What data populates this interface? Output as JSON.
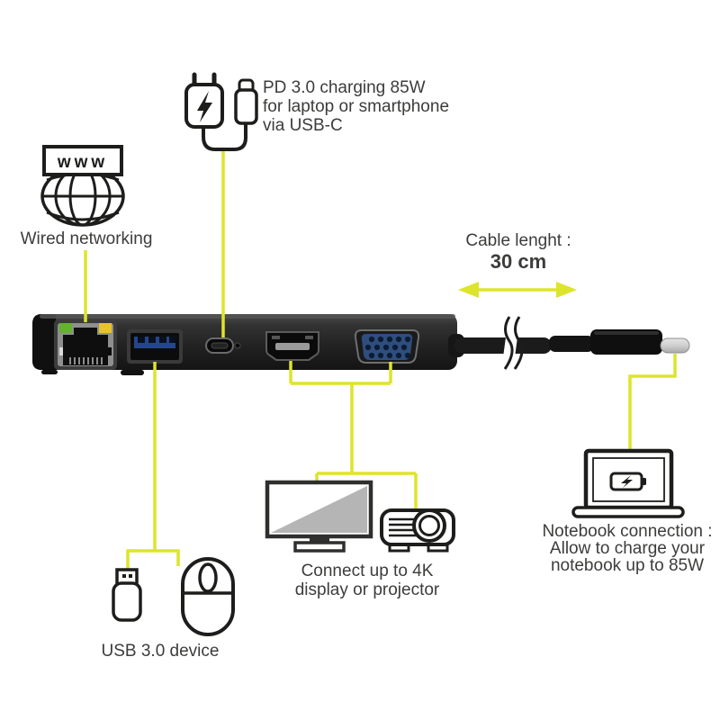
{
  "colors": {
    "background": "#ffffff",
    "accent_yellow": "#dde42c",
    "text": "#3c3c3b",
    "icon_stroke": "#1d1d1b",
    "device_body": "#232323",
    "vga_blue": "#2e4e7e",
    "usb_a_blue": "#24468c",
    "ethernet_led_green": "#63b32e",
    "ethernet_led_yellow": "#e8c42a",
    "plug_metal": "#d3d3d3"
  },
  "annotations": {
    "pd_charging": {
      "lines": [
        "PD 3.0 charging 85W",
        "for laptop or smartphone",
        "via USB-C"
      ]
    },
    "wired_networking": {
      "label": "Wired networking"
    },
    "www_badge": {
      "label": "www"
    },
    "cable_length": {
      "label": "Cable lenght :",
      "value": "30 cm"
    },
    "display_connect": {
      "lines": [
        "Connect up to 4K",
        "display or projector"
      ]
    },
    "usb_device": {
      "label": "USB 3.0 device"
    },
    "notebook_connection": {
      "lines": [
        "Notebook connection :",
        "Allow to  charge your",
        "notebook up to 85W"
      ]
    }
  },
  "device": {
    "ports": [
      "ethernet-rj45",
      "usb-a-3.0",
      "usb-c",
      "hdmi",
      "vga"
    ],
    "cable_connector": "usb-c-male"
  }
}
